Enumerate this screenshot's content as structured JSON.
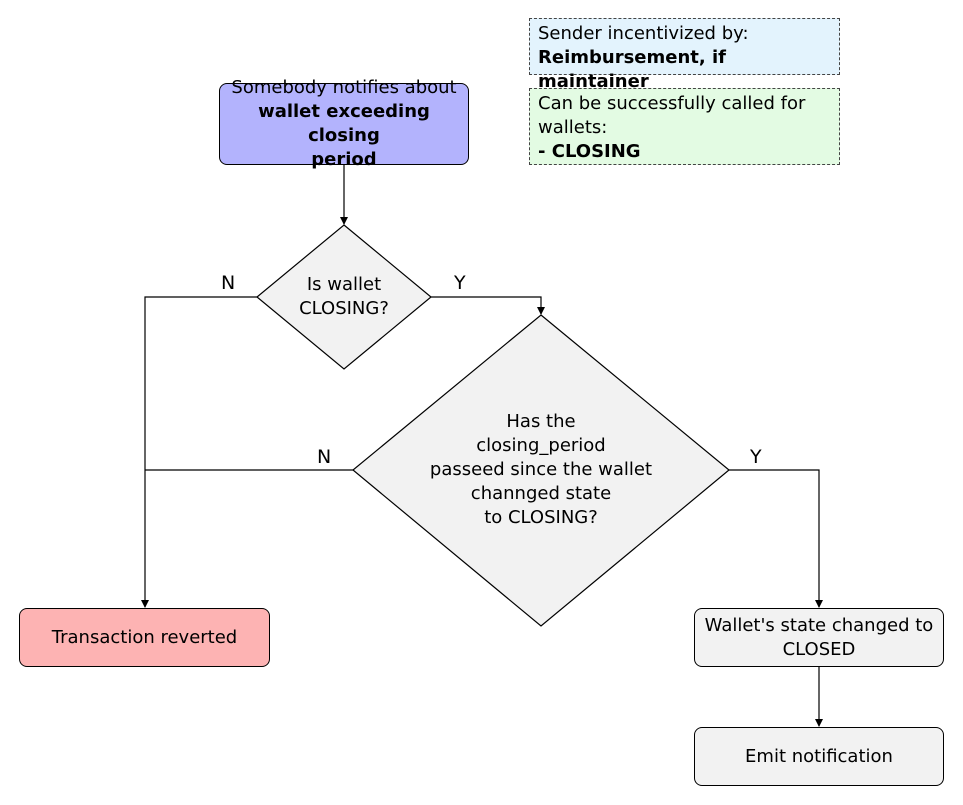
{
  "legend": {
    "incentive": {
      "line1": "Sender incentivized by:",
      "line2": "Reimbursement, if maintainer",
      "bg": "#e3f3fd"
    },
    "callable": {
      "line1": "Can be successfully called for",
      "line2": "wallets:",
      "line3": "- CLOSING",
      "bg": "#e3fbe3"
    }
  },
  "nodes": {
    "start": {
      "line1": "Somebody notifies about",
      "line2": "wallet exceeding closing",
      "line3": "period",
      "bg": "#b3b3fd"
    },
    "decision1": {
      "line1": "Is wallet",
      "line2": "CLOSING?"
    },
    "decision2": {
      "line1": "Has the",
      "line2": "closing_period",
      "line3": "passeed since the wallet",
      "line4": "channged state",
      "line5": "to CLOSING?"
    },
    "reverted": {
      "text": "Transaction reverted",
      "bg": "#fdb3b3"
    },
    "closed": {
      "line1": "Wallet's state changed to",
      "line2": "CLOSED"
    },
    "emit": {
      "text": "Emit notification"
    }
  },
  "edges": {
    "d1_no": "N",
    "d1_yes": "Y",
    "d2_no": "N",
    "d2_yes": "Y"
  },
  "colors": {
    "decision_fill": "#f2f2f2",
    "process_fill": "#f2f2f2",
    "line": "#000000"
  }
}
